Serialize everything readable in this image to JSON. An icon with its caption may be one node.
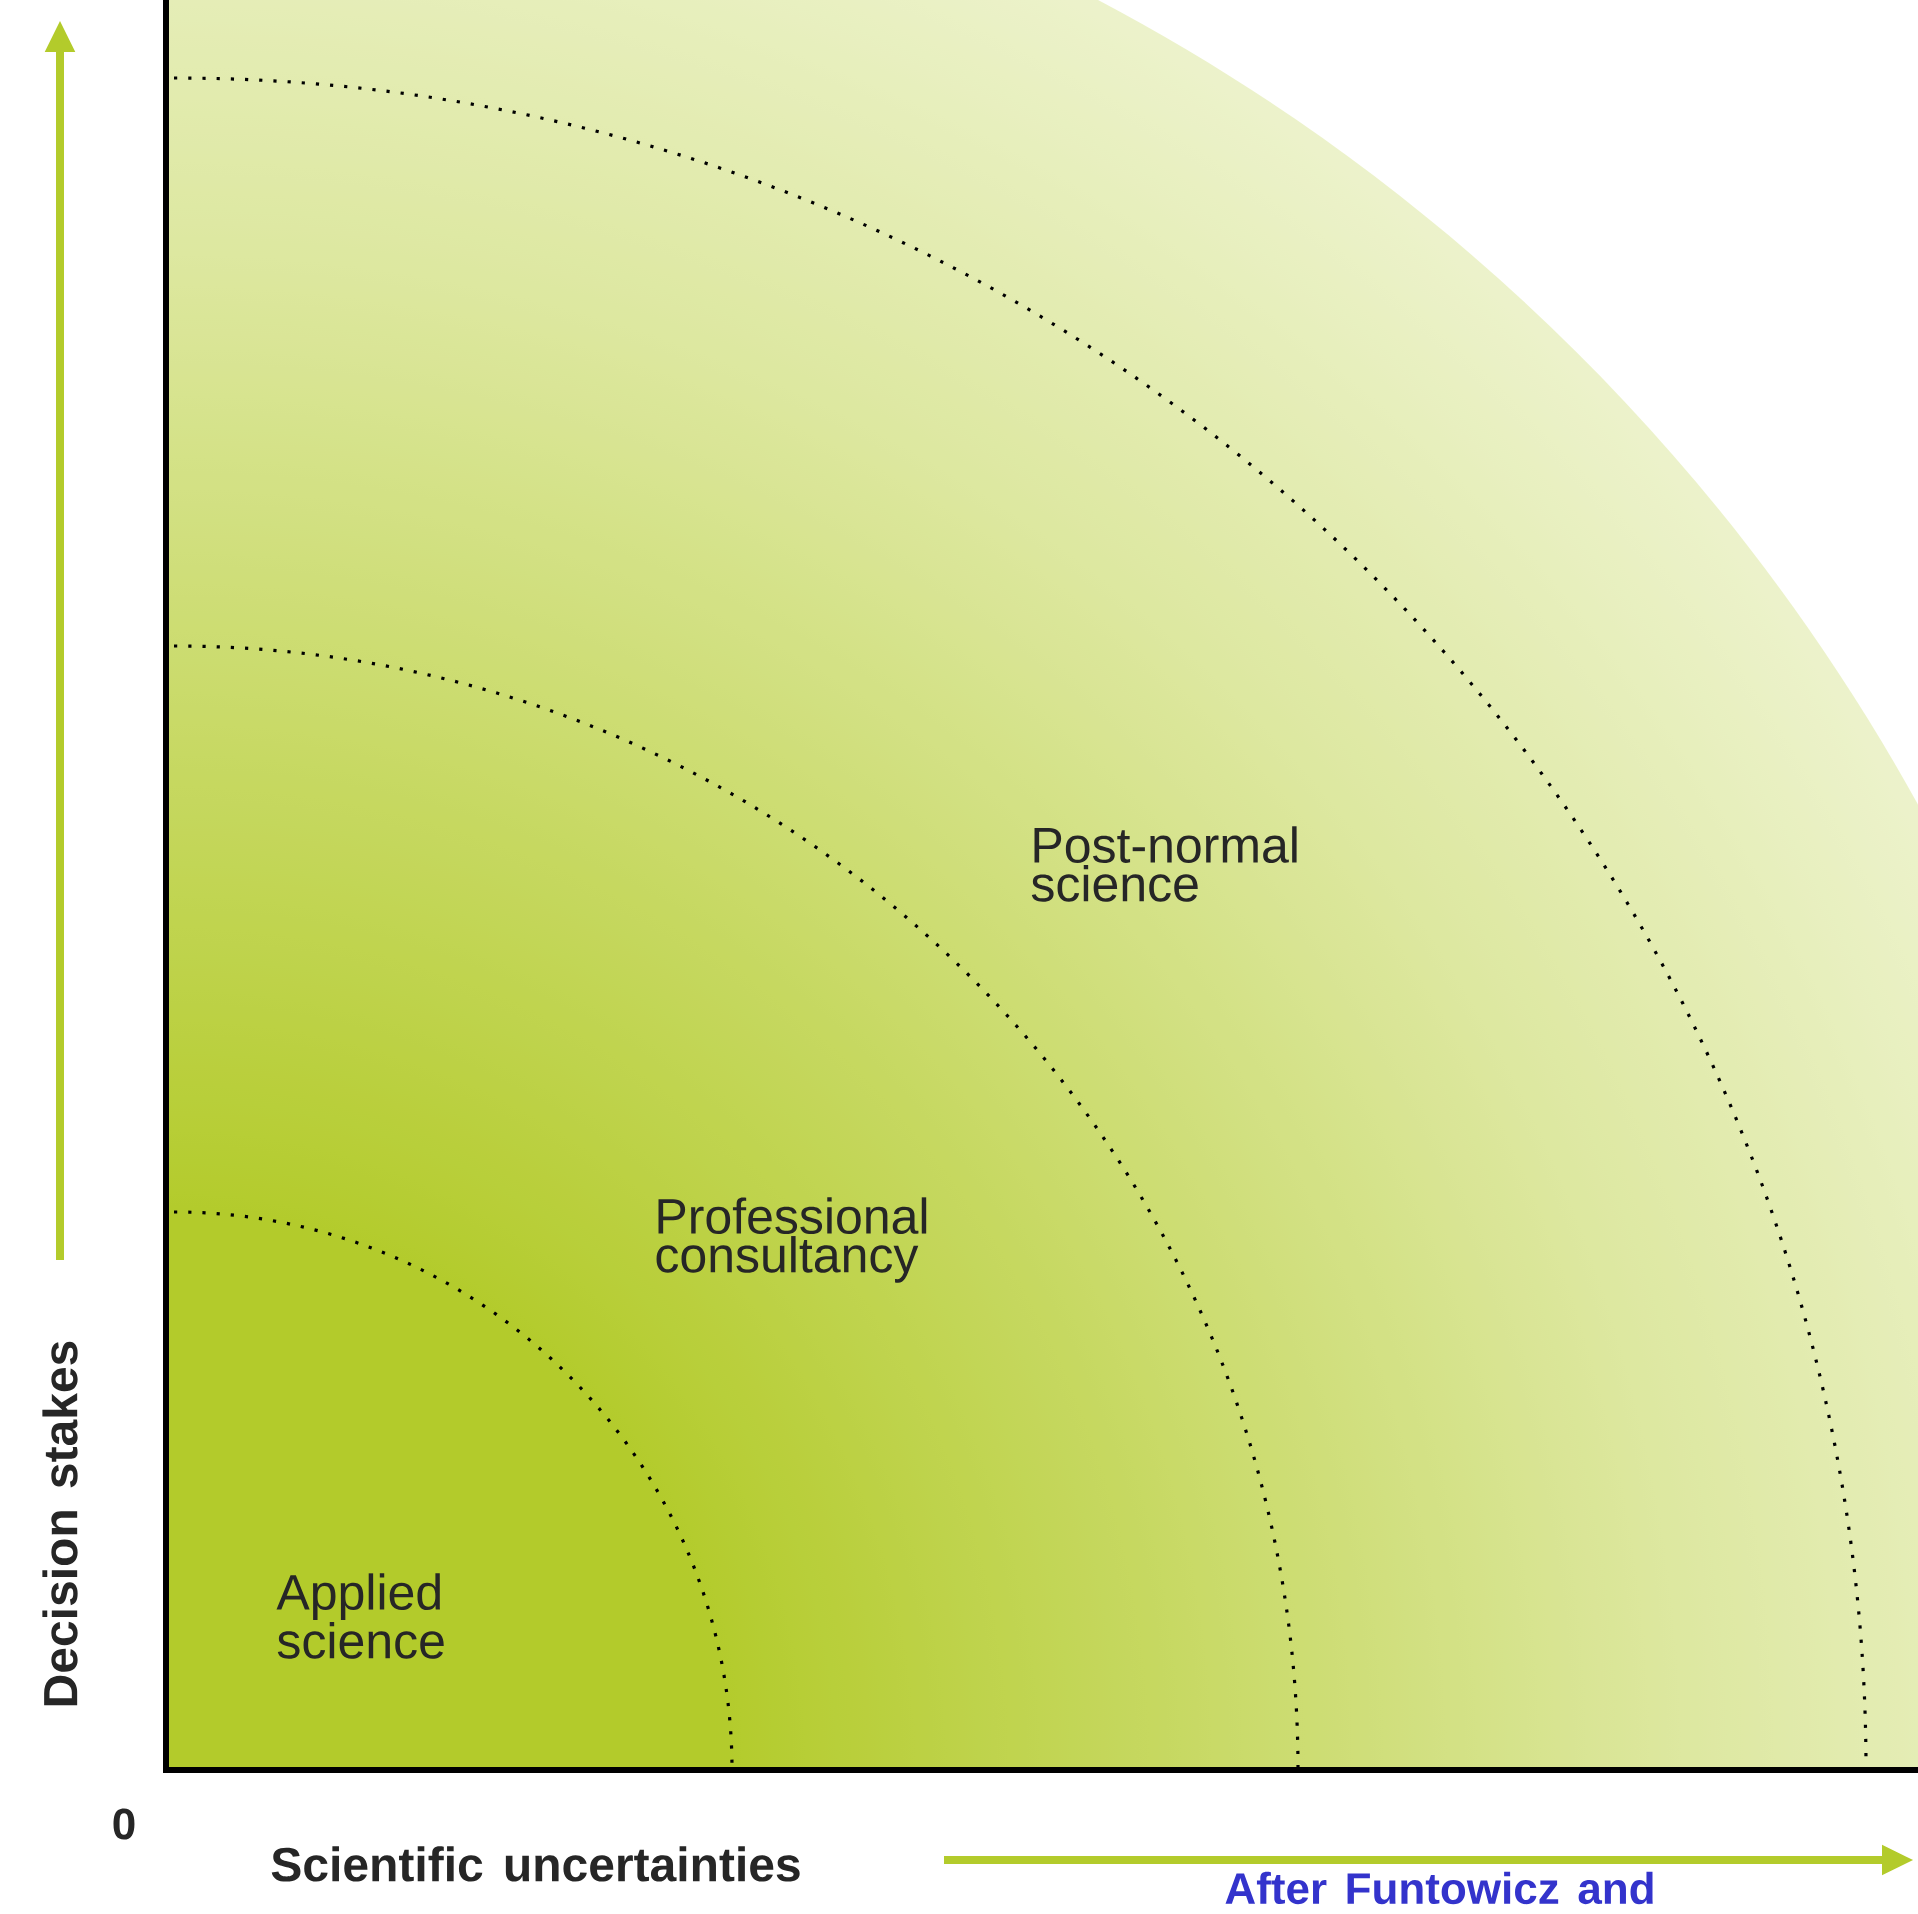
{
  "diagram": {
    "labels": [
      "Post-normal science",
      "Professional consultancy",
      "Applied science",
      "Decision stakes",
      "0",
      "Scientific uncertainties",
      "After Funtowicz and"
    ]
  }
}
